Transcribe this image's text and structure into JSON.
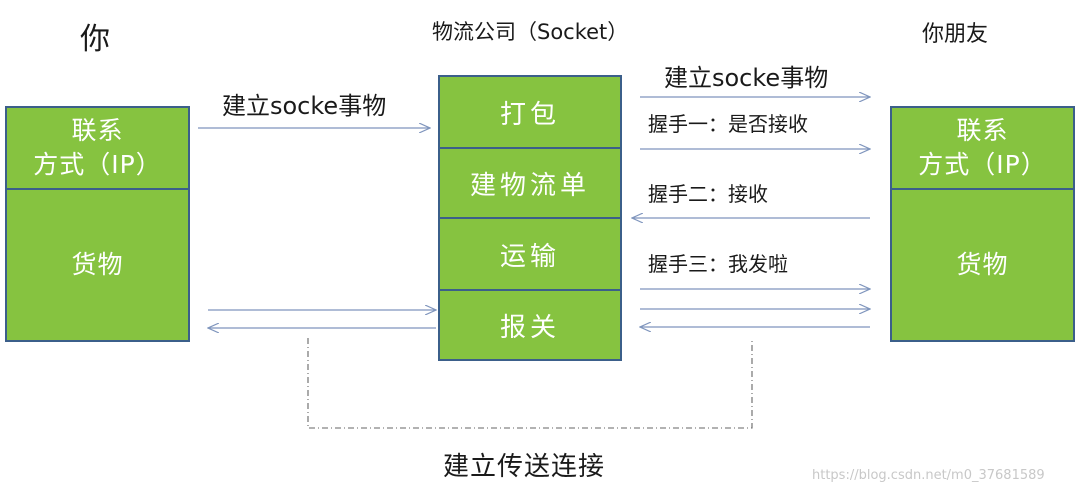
{
  "left_title": "你",
  "middle_title": "物流公司（Socket）",
  "right_title": "你朋友",
  "left_box": {
    "contact_line1": "联系",
    "contact_line2": "方式（IP）",
    "goods": "货物"
  },
  "right_box": {
    "contact_line1": "联系",
    "contact_line2": "方式（IP）",
    "goods": "货物"
  },
  "middle_steps": [
    "打包",
    "建物流单",
    "运输",
    "报关"
  ],
  "left_arrow_label": "建立socke事物",
  "right_top_label": "建立socke事物",
  "handshake_1": "握手一：是否接收",
  "handshake_2": "握手二：接收",
  "handshake_3": "握手三：我发啦",
  "bottom_label": "建立传送连接",
  "watermark": "https://blog.csdn.net/m0_37681589",
  "colors": {
    "box_fill": "#86c340",
    "box_border": "#3b5f8a",
    "arrow": "#7f95bd",
    "dashed": "#666666"
  }
}
